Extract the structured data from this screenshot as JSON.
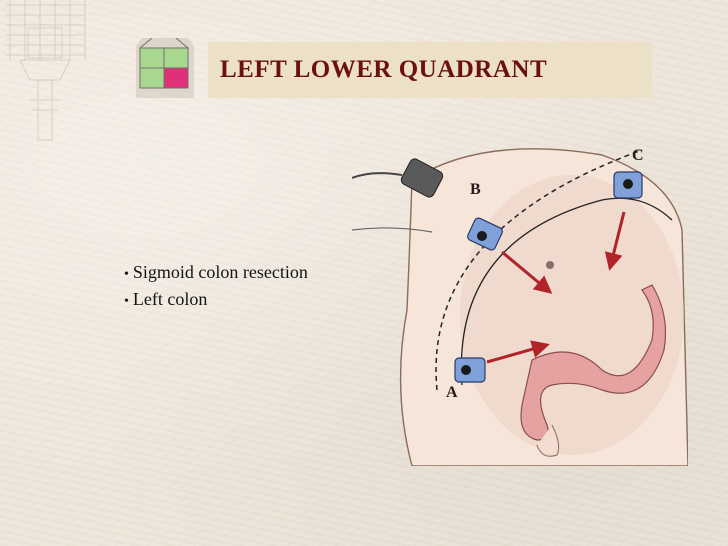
{
  "slide": {
    "title": "LEFT LOWER QUADRANT",
    "bullets": [
      "Sigmoid colon resection",
      "Left colon"
    ]
  },
  "quadrant_icon": {
    "highlighted_quadrant": "left-lower",
    "highlight_color": "#e0307a",
    "base_color": "#a8d890"
  },
  "illustration": {
    "port_labels": [
      "A",
      "B",
      "C"
    ],
    "arrow_color": "#b0242a",
    "port_color": "#7fa0d8"
  },
  "colors": {
    "title_color": "#6b1010",
    "title_bar": "#ede0c9",
    "background": "#efe7dc"
  }
}
